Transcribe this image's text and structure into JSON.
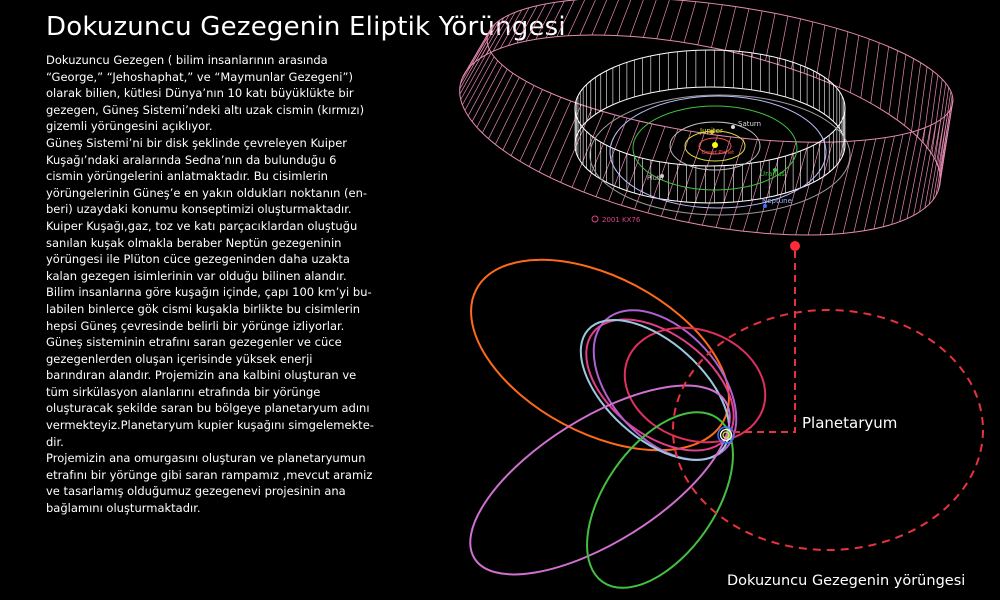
{
  "title": "Dokuzuncu Gezegenin Eliptik Yörüngesi",
  "paragraphs": [
    " Dokuzuncu Gezegen ( bilim insanlarının arasında\n“George,” “Jehoshaphat,” ve “Maymunlar Gezegeni”)\nolarak bilien, kütlesi Dünya’nın 10 katı büyüklükte bir\ngezegen, Güneş Sistemi’ndeki altı uzak cismin (kırmızı)\ngizemli yörüngesini açıklıyor.",
    " Güneş Sistemi’ni bir disk şeklinde çevreleyen Kuiper\nKuşağı’ndaki aralarında Sedna’nın da bulunduğu 6\ncismin yörüngelerini anlatmaktadır. Bu cisimlerin\nyörüngelerinin Güneş’e en yakın oldukları noktanın (en-\nberi) uzaydaki konumu konseptimizi oluşturmaktadır.\nKuiper Kuşağı,gaz, toz ve katı parçacıklardan oluştuğu\nsanılan kuşak olmakla beraber  Neptün gezegeninin\nyörüngesi ile Plüton cüce gezegeninden daha uzakta\nkalan gezegen isimlerinin var olduğu bilinen alandır.\nBilim insanlarına göre kuşağın içinde, çapı 100 km’yi bu-\nlabilen binlerce gök cismi kuşakla birlikte bu cisimlerin\nhepsi Güneş çevresinde belirli bir yörünge izliyorlar.\nGüneş sisteminin etrafını saran gezegenler  ve cüce\ngezegenlerden oluşan içerisinde yüksek enerji\nbarındıran alandır. Projemizin ana kalbini oluşturan ve\ntüm sirkülasyon alanlarını etrafında bir yörünge\noluşturacak şekilde saran bu bölgeye planetaryum adını\nvermekteyiz.Planetaryum kupier kuşağını simgelemekte-\ndir.",
    "Projemizin ana omurgasını oluşturan ve planetaryumun\netrafını bir yörünge gibi saran rampamız ,mevcut aramiz\nve tasarlamış olduğumuz gezegenevi projesinin ana\nbağlamını oluşturmaktadır."
  ],
  "diagram": {
    "planet_labels": {
      "saturn": "Saturn",
      "jupiter": "Jupiter",
      "uranus": "Uranus",
      "pluto": "Pluto",
      "neptune": "Neptune",
      "object": "2001 KX76",
      "sun": "Dwarf Planet"
    },
    "planetaryum_label": "Planetaryum",
    "caption": "Dokuzuncu Gezegenin yörüngesi"
  },
  "colors": {
    "background": "#000000",
    "text": "#ffffff",
    "pink_band": "#e58ab0",
    "marker_red": "#ff2a3a",
    "dashed_red": "#e8333f",
    "orbit_orange": "#ff6a1a",
    "orbit_pink": "#e0408a",
    "orbit_magenta": "#d070d0",
    "orbit_green": "#44c040",
    "orbit_lightblue": "#9bc8e0"
  }
}
